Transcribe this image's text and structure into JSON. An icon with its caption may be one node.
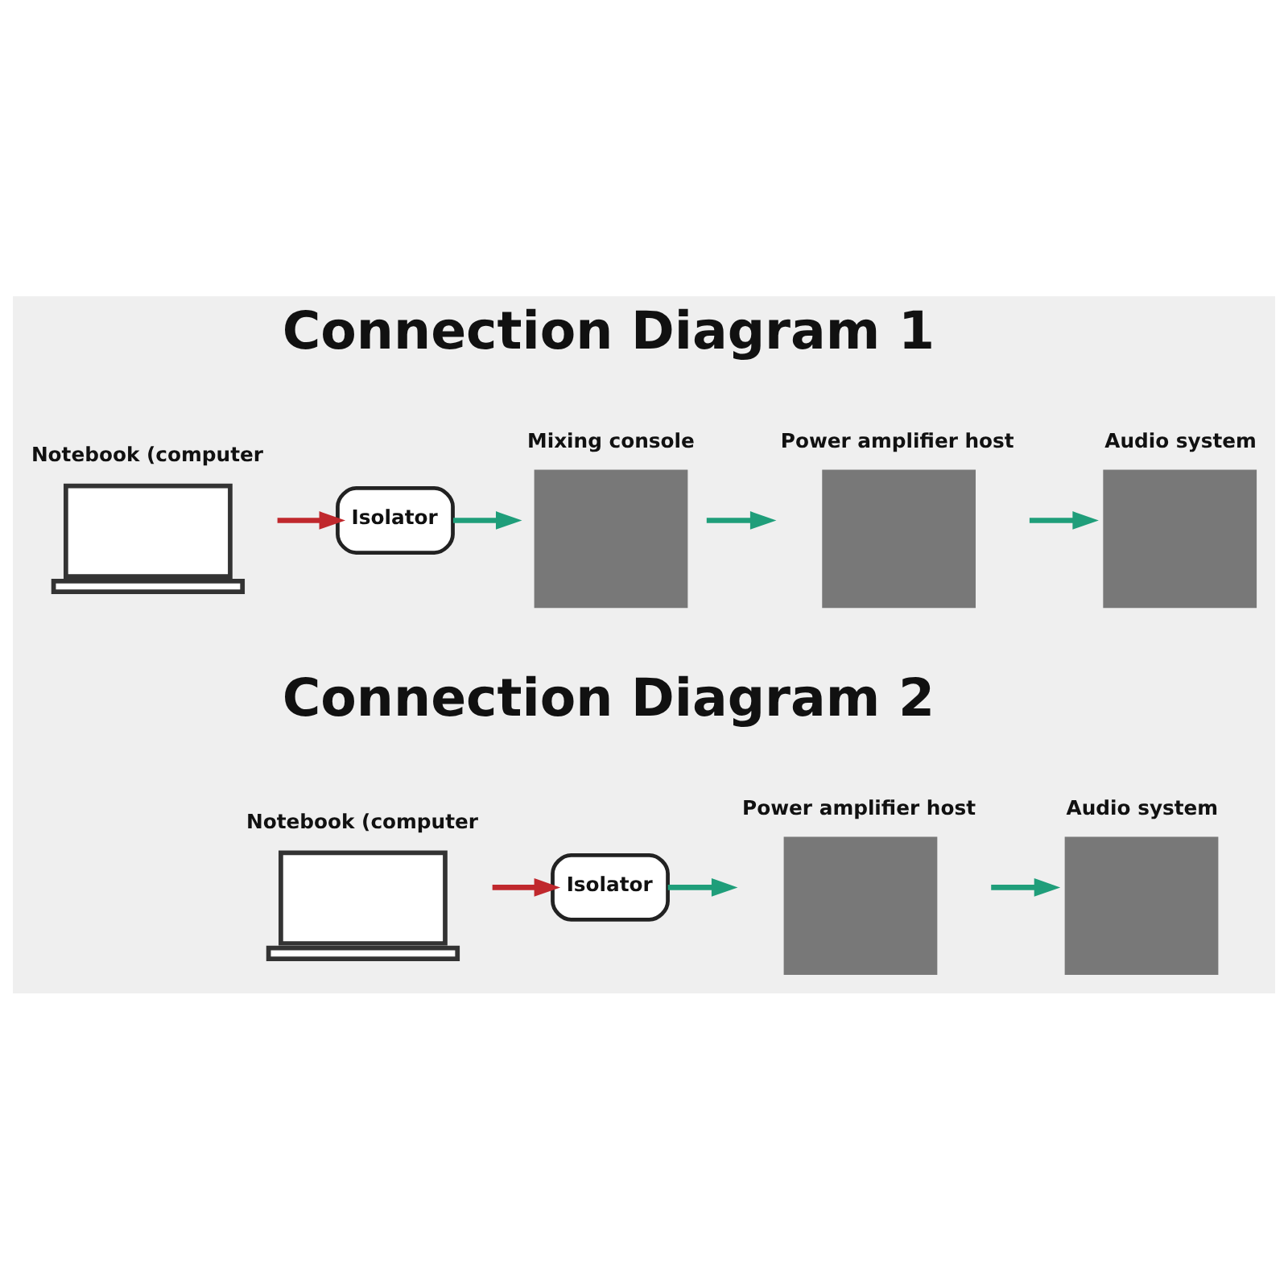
{
  "diagram": {
    "nodes": [
      {
        "text": [
          "Notebook (computer"
        ]
      },
      {
        "text": [
          "Isolator"
        ]
      },
      {
        "text": [
          "Mixing console"
        ]
      },
      {
        "text": [
          "Power amplifier host"
        ]
      },
      {
        "text": [
          "Audio system"
        ]
      },
      {
        "text": [
          "Notebook (computer"
        ]
      },
      {
        "text": [
          "Isolator"
        ]
      },
      {
        "text": [
          "Power amplifier host"
        ]
      },
      {
        "text": [
          "Audio system"
        ]
      }
    ],
    "edges": [
      {
        "from": 0,
        "to": 1,
        "arrow": "to",
        "color": "#c0282d"
      },
      {
        "from": 1,
        "to": 2,
        "arrow": "to"
      },
      {
        "from": 2,
        "to": 3,
        "arrow": "to"
      },
      {
        "from": 3,
        "to": 4,
        "arrow": "to"
      },
      {
        "from": 5,
        "to": 6,
        "arrow": "to",
        "color": "#c0282d"
      },
      {
        "from": 6,
        "to": 7,
        "arrow": "to"
      },
      {
        "from": 7,
        "to": 8,
        "arrow": "to"
      }
    ],
    "labels": [
      "Connection Diagram 1",
      "Connection Diagram 2"
    ]
  }
}
